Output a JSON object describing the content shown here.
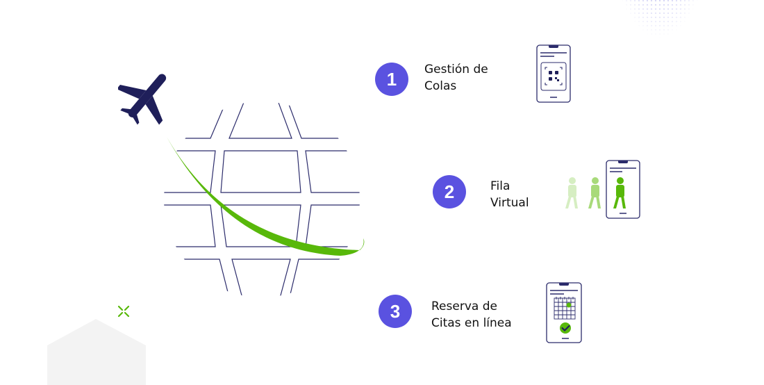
{
  "colors": {
    "accent_purple": "#5a52e0",
    "navy": "#1f1f5a",
    "green": "#58b80a",
    "green_mid": "#a8da7a",
    "green_light": "#d6eec2",
    "house_gray": "#f3f3f3",
    "dots": "#c9c9f2"
  },
  "illustration": {
    "plane_icon": "airplane-icon",
    "globe_icon": "globe-icon",
    "orbit_swoosh": "green-swoosh",
    "decor": [
      "dotted-half-circle",
      "green-cross",
      "gray-house-shape"
    ]
  },
  "steps": [
    {
      "number": "1",
      "line1": "Gestión de",
      "line2": "Colas",
      "icon": "phone-qr-code-icon"
    },
    {
      "number": "2",
      "line1": "Fila",
      "line2": "Virtual",
      "icon": "phone-virtual-queue-people-icon"
    },
    {
      "number": "3",
      "line1": "Reserva de",
      "line2": "Citas en línea",
      "icon": "phone-calendar-check-icon"
    }
  ]
}
